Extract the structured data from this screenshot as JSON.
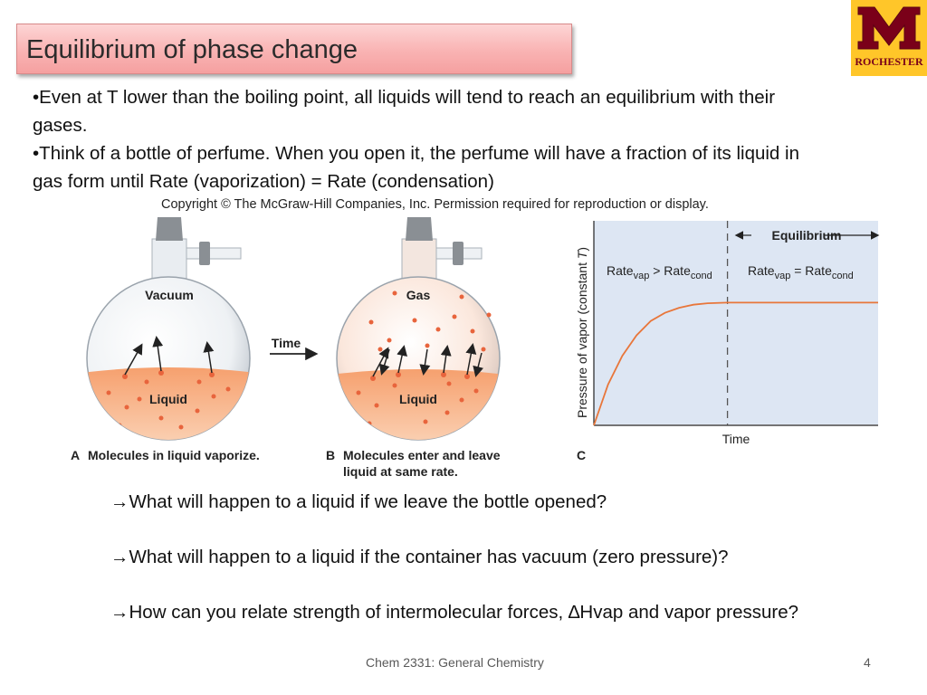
{
  "slide": {
    "title": "Equilibrium of phase change",
    "logo_text": "ROCHESTER",
    "bullets": [
      "•Even at T lower than the boiling point, all liquids will tend to reach an equilibrium with their gases.",
      "•Think of a bottle of perfume. When you open it, the perfume will have a fraction of its liquid in gas form until Rate (vaporization) = Rate (condensation)"
    ],
    "copyright": "Copyright © The McGraw-Hill Companies, Inc. Permission required for reproduction or display.",
    "questions": [
      "→What will happen to a liquid if we leave the bottle opened?",
      "→What will happen to a liquid if the container has vacuum (zero pressure)?",
      "→How can you relate strength of intermolecular forces, ∆Hvap and vapor pressure?"
    ],
    "footer": "Chem 2331: General Chemistry",
    "page_number": "4"
  },
  "figure": {
    "flask_a": {
      "top_label": "Vacuum",
      "bottom_label": "Liquid",
      "letter": "A",
      "caption": "Molecules in liquid vaporize."
    },
    "flask_b": {
      "top_label": "Gas",
      "bottom_label": "Liquid",
      "letter": "B",
      "caption_line1": "Molecules enter and leave",
      "caption_line2": "liquid at same rate."
    },
    "time_arrow_label": "Time",
    "colors": {
      "liquid": "#f7a878",
      "molecule": "#e8643c",
      "glass": "#d9dde2",
      "plot_bg": "#dde6f3",
      "curve": "#e8763a"
    }
  },
  "chart_data": {
    "type": "line",
    "letter": "C",
    "xlabel": "Time",
    "ylabel_main": "Pressure of vapor (constant ",
    "ylabel_var": "T",
    "ylabel_end": ")",
    "equilibrium_label": "Equilibrium",
    "region_left_label": {
      "a": "Rate",
      "a_sub": "vap",
      "op": " > Rate",
      "b_sub": "cond"
    },
    "region_right_label": {
      "a": "Rate",
      "a_sub": "vap",
      "op": " = Rate",
      "b_sub": "cond"
    },
    "equilibrium_time_fraction": 0.47,
    "plateau_fraction": 0.6,
    "series": [
      {
        "x": [
          0,
          0.05,
          0.1,
          0.15,
          0.2,
          0.25,
          0.3,
          0.35,
          0.4,
          0.47,
          0.6,
          0.8,
          1.0
        ],
        "y": [
          0,
          0.2,
          0.34,
          0.44,
          0.51,
          0.55,
          0.575,
          0.59,
          0.597,
          0.6,
          0.6,
          0.6,
          0.6
        ]
      }
    ]
  }
}
